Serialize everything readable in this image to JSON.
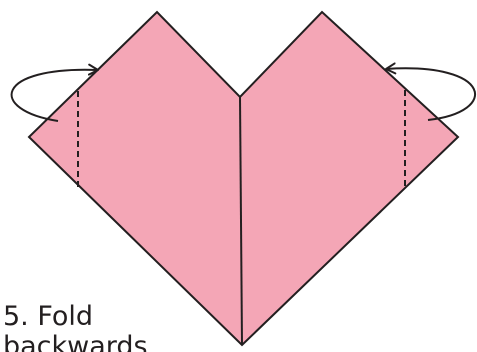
{
  "caption": {
    "step_number": "5.",
    "title": "Fold",
    "continuation": "backwards"
  },
  "colors": {
    "paper_fill": "#f4a6b6",
    "outline": "#231f20",
    "background": "#ffffff"
  },
  "icons": {
    "left_arrow": "curved-arrow-fold-back-left",
    "right_arrow": "curved-arrow-fold-back-right",
    "fold_line": "dashed-fold-line"
  }
}
